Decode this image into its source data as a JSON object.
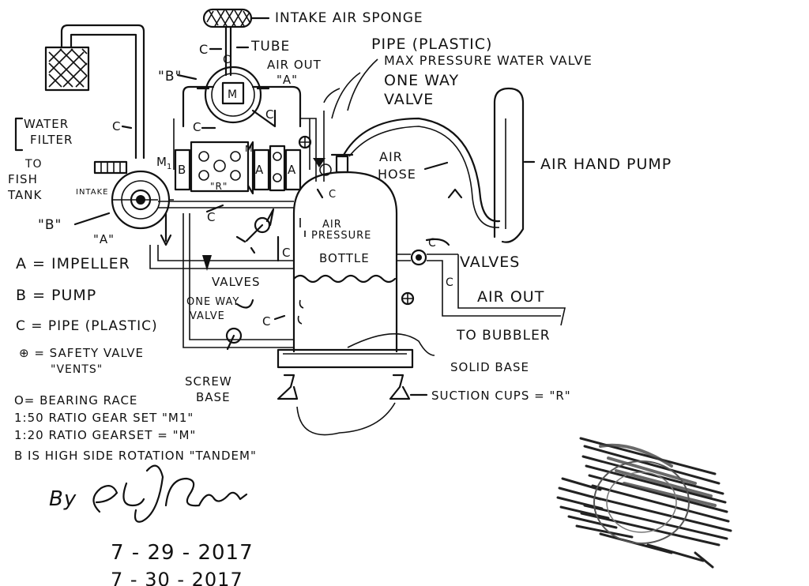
{
  "labels": {
    "intake_air_sponge": "INTAKE AIR SPONGE",
    "tube": "TUBE",
    "c_top": "C",
    "c_top2": "C",
    "air_out_top": "AIR OUT",
    "a_top": "\"A\"",
    "b_top": "\"B\"",
    "pipe_plastic": "PIPE (PLASTIC)",
    "max_pressure": "MAX PRESSURE WATER VALVE",
    "one_way": "ONE WAY",
    "valve": "VALVE",
    "water": "WATER",
    "filter": "FILTER",
    "to_fish_tank_1": "TO",
    "to_fish_tank_2": "FISH",
    "to_fish_tank_3": "TANK",
    "intake": "INTAKE",
    "b_left": "\"B\"",
    "a_left": "\"A\"",
    "air_hose_1": "AIR",
    "air_hose_2": "HOSE",
    "air_hand_pump": "AIR HAND PUMP",
    "air_pressure_1": "AIR",
    "air_pressure_2": "PRESSURE",
    "bottle": "BOTTLE",
    "valves_right": "VALVES",
    "air_out_right": "AIR OUT",
    "to_bubbler": "TO BUBBLER",
    "valves_mid": "VALVES",
    "one_way_valve_1": "ONE WAY",
    "one_way_valve_2": "VALVE",
    "solid_base": "SOLID BASE",
    "screw": "SCREW",
    "base": "BASE",
    "suction_cups": "SUCTION CUPS = \"R\"",
    "r_center": "\"R\"",
    "m_box": "M",
    "m1": "M",
    "m1_sub": "1",
    "b_block": "B",
    "a_block1": "A",
    "a_block2": "A"
  },
  "legend": {
    "impeller": "A = IMPELLER",
    "pump": "B = PUMP",
    "pipe": "C = PIPE (PLASTIC)",
    "safety_1": "⊕ = SAFETY VALVE",
    "safety_2": "\"VENTS\"",
    "bearing": "O= BEARING RACE",
    "gear1": "1:50 RATIO GEAR SET \"M1\"",
    "gear2": "1:20 RATIO GEARSET = \"M\"",
    "tandem": "B IS HIGH SIDE ROTATION \"TANDEM\""
  },
  "signature": {
    "by": "By",
    "name": "Eric J Crews"
  },
  "dates": {
    "date1": "7 - 29 - 2017",
    "date2": "7 - 30 - 2017"
  },
  "stamp": {
    "icon": "notary-seal-scribble-icon"
  }
}
